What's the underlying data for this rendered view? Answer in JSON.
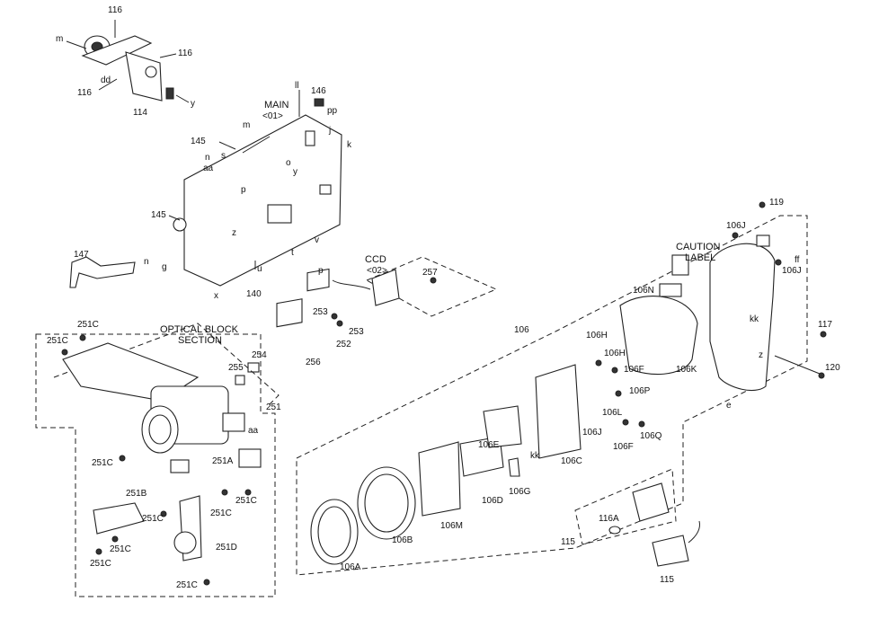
{
  "labels": {
    "l116a": "116",
    "l116b": "116",
    "l116c": "116",
    "l114": "114",
    "lm1": "m",
    "ldd": "dd",
    "ly1": "y",
    "lmain": "MAIN",
    "lmain01": "<01>",
    "l146": "146",
    "lpp": "pp",
    "lll": "ll",
    "lm2": "m",
    "lj": "j",
    "lk": "k",
    "l145a": "145",
    "ln1": "n",
    "ls": "s",
    "laa1": "aa",
    "lp1": "p",
    "lo": "o",
    "ly2": "y",
    "l145b": "145",
    "lz1": "z",
    "lv": "v",
    "lt": "t",
    "lu": "u",
    "lg": "g",
    "lx": "x",
    "l140": "140",
    "l147": "147",
    "ln2": "n",
    "lccd": "CCD",
    "lccd02": "<02>",
    "l257": "257",
    "lp2": "p",
    "l253a": "253",
    "l253b": "253",
    "l252": "252",
    "l254": "254",
    "l256": "256",
    "l255": "255",
    "lopt1": "OPTICAL BLOCK",
    "lopt2": "SECTION",
    "l251Ca": "251C",
    "l251Cb": "251C",
    "l251Cc": "251C",
    "l251": "251",
    "laa2": "aa",
    "l251A": "251A",
    "l251Cd": "251C",
    "l251Ce": "251C",
    "l251B": "251B",
    "l251Cf": "251C",
    "l251Cg": "251C",
    "l251D": "251D",
    "l251Ch": "251C",
    "l251Ci": "251C",
    "l106": "106",
    "l106H1": "106H",
    "l106H2": "106H",
    "l106F1": "106F",
    "l106P": "106P",
    "l106L": "106L",
    "l106J1": "106J",
    "l106Q": "106Q",
    "l106F2": "106F",
    "l106N": "106N",
    "l106K": "106K",
    "l106E": "106E",
    "lkk1": "kk",
    "l106C": "106C",
    "l106D": "106D",
    "l106G": "106G",
    "l106M": "106M",
    "l106B": "106B",
    "l106A": "106A",
    "l119": "119",
    "l106J2": "106J",
    "l106J3": "106J",
    "lcaut1": "CAUTION",
    "lcaut2": "LABEL",
    "lff": "ff",
    "lkk2": "kk",
    "l117": "117",
    "lz2": "z",
    "l120": "120",
    "le": "e",
    "l116A": "116A",
    "l115a": "115",
    "l115b": "115"
  }
}
